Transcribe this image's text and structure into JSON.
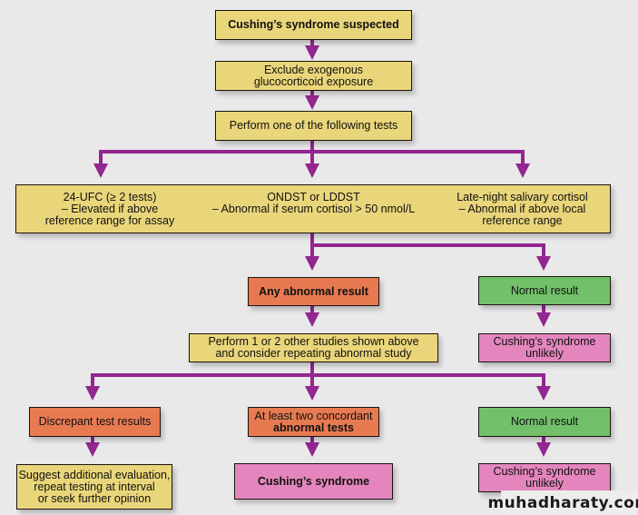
{
  "diagram": {
    "title": "Cushing's syndrome diagnostic algorithm",
    "colors": {
      "background": "#e9e9ea",
      "connector": "#93268f",
      "yellow_box": "#ead67a",
      "orange_box": "#e87a52",
      "green_box": "#72c16a",
      "pink_box": "#e486bd"
    },
    "nodes": {
      "suspected": "Cushing’s syndrome suspected",
      "exclude": [
        "Exclude exogenous",
        "glucocorticoid exposure"
      ],
      "perform_one": "Perform one of the following tests",
      "tests": {
        "ufc": [
          "24-UFC (≥ 2 tests)",
          "– Elevated if above",
          "reference range for assay"
        ],
        "dst": [
          "ONDST or LDDST",
          "– Abnormal if serum cortisol > 50 nmol/L"
        ],
        "salivary": [
          "Late-night salivary cortisol",
          "– Abnormal if above local",
          "reference range"
        ]
      },
      "any_abnormal": "Any abnormal result",
      "normal_result_1": "Normal result",
      "unlikely_1": [
        "Cushing’s syndrome",
        "unlikely"
      ],
      "perform_other": [
        "Perform 1 or 2 other studies shown above",
        "and consider repeating abnormal study"
      ],
      "discrepant": "Discrepant test results",
      "concordant": [
        "At least two concordant",
        "abnormal tests"
      ],
      "normal_result_2": "Normal result",
      "suggest": [
        "Suggest additional evaluation,",
        "repeat testing at interval",
        "or seek further opinion"
      ],
      "cushings": "Cushing’s syndrome",
      "unlikely_2": [
        "Cushing’s syndrome",
        "unlikely"
      ]
    },
    "edges": [
      [
        "suspected",
        "exclude"
      ],
      [
        "exclude",
        "perform_one"
      ],
      [
        "perform_one",
        "ufc"
      ],
      [
        "perform_one",
        "dst"
      ],
      [
        "perform_one",
        "salivary"
      ],
      [
        "tests",
        "any_abnormal"
      ],
      [
        "tests",
        "normal_result_1"
      ],
      [
        "any_abnormal",
        "perform_other"
      ],
      [
        "normal_result_1",
        "unlikely_1"
      ],
      [
        "perform_other",
        "discrepant"
      ],
      [
        "perform_other",
        "concordant"
      ],
      [
        "perform_other",
        "normal_result_2"
      ],
      [
        "discrepant",
        "suggest"
      ],
      [
        "concordant",
        "cushings"
      ],
      [
        "normal_result_2",
        "unlikely_2"
      ]
    ]
  },
  "watermark": "muhadharaty.com"
}
